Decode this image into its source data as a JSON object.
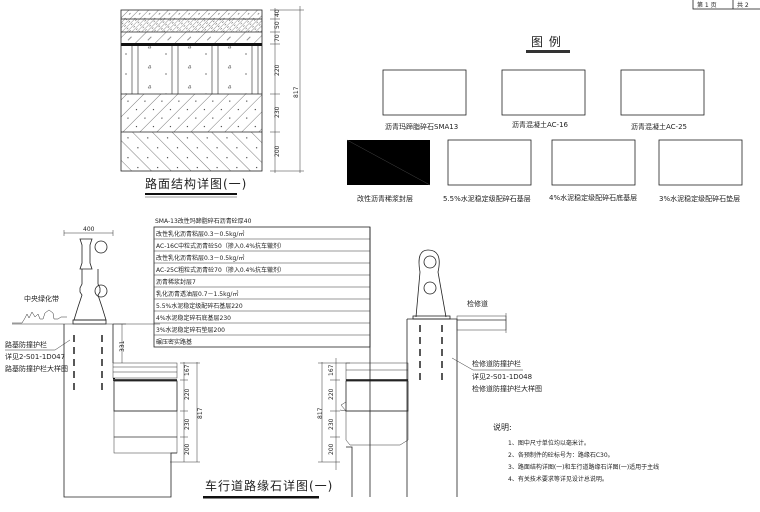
{
  "title_block": {
    "page_label": "第 1 页",
    "total_label": "共 2"
  },
  "pavement_detail": {
    "title": "路面结构详图(一)",
    "layer_dims": [
      "40",
      "50",
      "70",
      "220",
      "230",
      "200"
    ],
    "total_dim": "817"
  },
  "legend": {
    "title": "图 例",
    "items": [
      {
        "label": "沥青玛蹄脂碎石SMA13"
      },
      {
        "label": "沥青混凝土AC-16"
      },
      {
        "label": "沥青混凝土AC-25"
      },
      {
        "label": "改性沥青稀浆封层"
      },
      {
        "label": "5.5%水泥稳定级配碎石基层"
      },
      {
        "label": "4%水泥稳定级配碎石底基层"
      },
      {
        "label": "3%水泥稳定级配碎石垫层"
      }
    ]
  },
  "layer_table": {
    "header": "SMA-13改性玛蹄脂碎石沥青砼厚40",
    "rows": [
      "改性乳化沥青粘层0.3－0.5kg/㎡",
      "AC-16C中粒式沥青砼50（掺入0.4%抗车辙剂）",
      "改性乳化沥青粘层0.3－0.5kg/㎡",
      "AC-25C粗粒式沥青砼70（掺入0.4%抗车辙剂）",
      "沥青稀浆封层7",
      "乳化沥青透油层0.7－1.5kg/㎡",
      "5.5%水泥稳定级配碎石基层220",
      "4%水泥稳定碎石底基层230",
      "3%水泥稳定碎石垫层200",
      "碾压密实路基"
    ]
  },
  "curb_detail": {
    "title": "车行道路缘石详图(一)",
    "guardrail_width": "400",
    "median_label": "中央绿化带",
    "pedestal_height": "331",
    "left_dims": [
      "167",
      "220",
      "230",
      "200"
    ],
    "left_total": "817",
    "right_dims": [
      "167",
      "220",
      "230",
      "200"
    ],
    "right_total": "817",
    "left_callout": [
      "路基防撞护栏",
      "详见2-S01-1D047",
      "路基防撞护栏大样图"
    ],
    "service_road_label": "检修道",
    "right_callout": [
      "检修道防撞护栏",
      "详见2-S01-1D048",
      "检修道防撞护栏大样图"
    ]
  },
  "notes": {
    "title": "说明:",
    "items": [
      "1、图中尺寸单位均以毫米计。",
      "2、各预制件的砼标号为：路缘石C30。",
      "3、路面结构详图(一)和车行道路缘石详图(一)适用于主线",
      "4、有关技术要求等详见设计总说明。"
    ]
  }
}
